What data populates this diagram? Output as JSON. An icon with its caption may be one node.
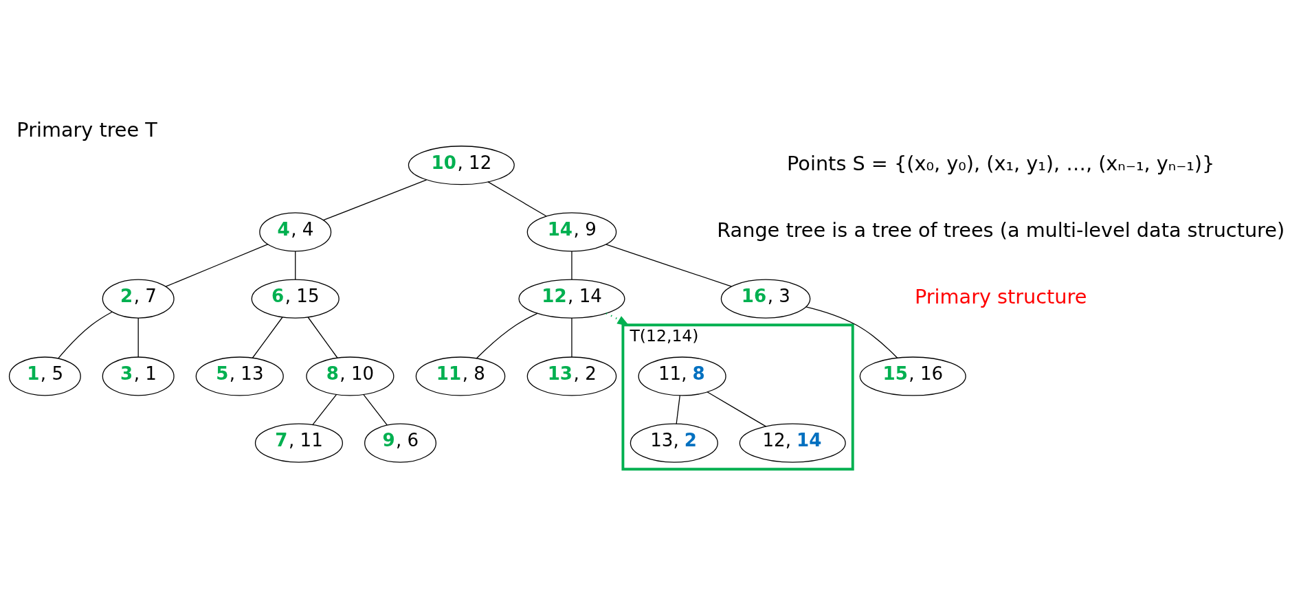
{
  "diagram": {
    "title": "Primary tree T",
    "nodes": [
      {
        "text": [
          "10, 12"
        ]
      },
      {
        "text": [
          "4, 4"
        ]
      },
      {
        "text": [
          "14, 9"
        ]
      },
      {
        "text": [
          "2, 7"
        ]
      },
      {
        "text": [
          "6, 15"
        ]
      },
      {
        "text": [
          "12, 14"
        ]
      },
      {
        "text": [
          "16, 3"
        ]
      },
      {
        "text": [
          "1, 5"
        ]
      },
      {
        "text": [
          "3, 1"
        ]
      },
      {
        "text": [
          "5, 13"
        ]
      },
      {
        "text": [
          "8, 10"
        ]
      },
      {
        "text": [
          "11, 8"
        ]
      },
      {
        "text": [
          "13, 2"
        ]
      },
      {
        "text": [
          "15, 16"
        ]
      },
      {
        "text": [
          "7, 11"
        ]
      },
      {
        "text": [
          "9, 6"
        ]
      },
      {
        "text": [
          "T(12,14)"
        ]
      },
      {
        "text": [
          "11, 8"
        ],
        "in": 16
      },
      {
        "text": [
          "13, 2"
        ],
        "in": 16
      },
      {
        "text": [
          "12, 14"
        ],
        "in": 16
      }
    ],
    "edges": [
      {
        "from": 0,
        "to": 1,
        "arrow": "none"
      },
      {
        "from": 0,
        "to": 2,
        "arrow": "none"
      },
      {
        "from": 1,
        "to": 3,
        "arrow": "none"
      },
      {
        "from": 1,
        "to": 4,
        "arrow": "none"
      },
      {
        "from": 2,
        "to": 5,
        "arrow": "none"
      },
      {
        "from": 2,
        "to": 6,
        "arrow": "none"
      },
      {
        "from": 3,
        "to": 7,
        "arrow": "none"
      },
      {
        "from": 3,
        "to": 8,
        "arrow": "none"
      },
      {
        "from": 4,
        "to": 9,
        "arrow": "none"
      },
      {
        "from": 4,
        "to": 10,
        "arrow": "none"
      },
      {
        "from": 5,
        "to": 11,
        "arrow": "none"
      },
      {
        "from": 5,
        "to": 12,
        "arrow": "none"
      },
      {
        "from": 6,
        "to": 13,
        "arrow": "none"
      },
      {
        "from": 10,
        "to": 14,
        "arrow": "none"
      },
      {
        "from": 10,
        "to": 15,
        "arrow": "none"
      },
      {
        "from": 5,
        "to": 16,
        "arrow": "to",
        "style": "dashed",
        "color": "#00b050"
      },
      {
        "from": 17,
        "to": 18,
        "arrow": "none"
      },
      {
        "from": 17,
        "to": 19,
        "arrow": "none"
      }
    ],
    "labels": [
      "Points S = {(x₀, y₀), (x₁, y₁), …, (xₙ₋₁, yₙ₋₁)}",
      "Range tree is a tree of trees (a multi-level data structure)",
      "Primary structure"
    ]
  }
}
